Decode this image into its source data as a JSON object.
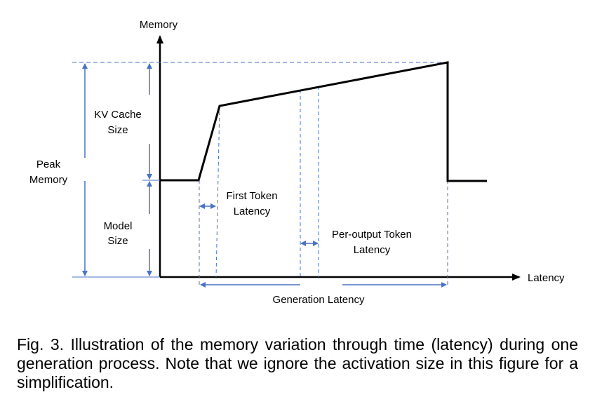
{
  "diagram": {
    "axis_y_label": "Memory",
    "axis_x_label": "Latency",
    "peak_memory_label": [
      "Peak",
      "Memory"
    ],
    "kv_cache_label": [
      "KV Cache",
      "Size"
    ],
    "model_size_label": [
      "Model",
      "Size"
    ],
    "first_token_label": [
      "First Token",
      "Latency"
    ],
    "per_output_label": [
      "Per-output Token",
      "Latency"
    ],
    "generation_label": "Generation Latency",
    "colors": {
      "curve": "#000000",
      "guide": "#4a72c4",
      "axis": "#000000"
    }
  },
  "caption": {
    "text": "Fig. 3. Illustration of the memory variation through time (latency) during one generation process. Note that we ignore the activation size in this figure for a simplification."
  }
}
